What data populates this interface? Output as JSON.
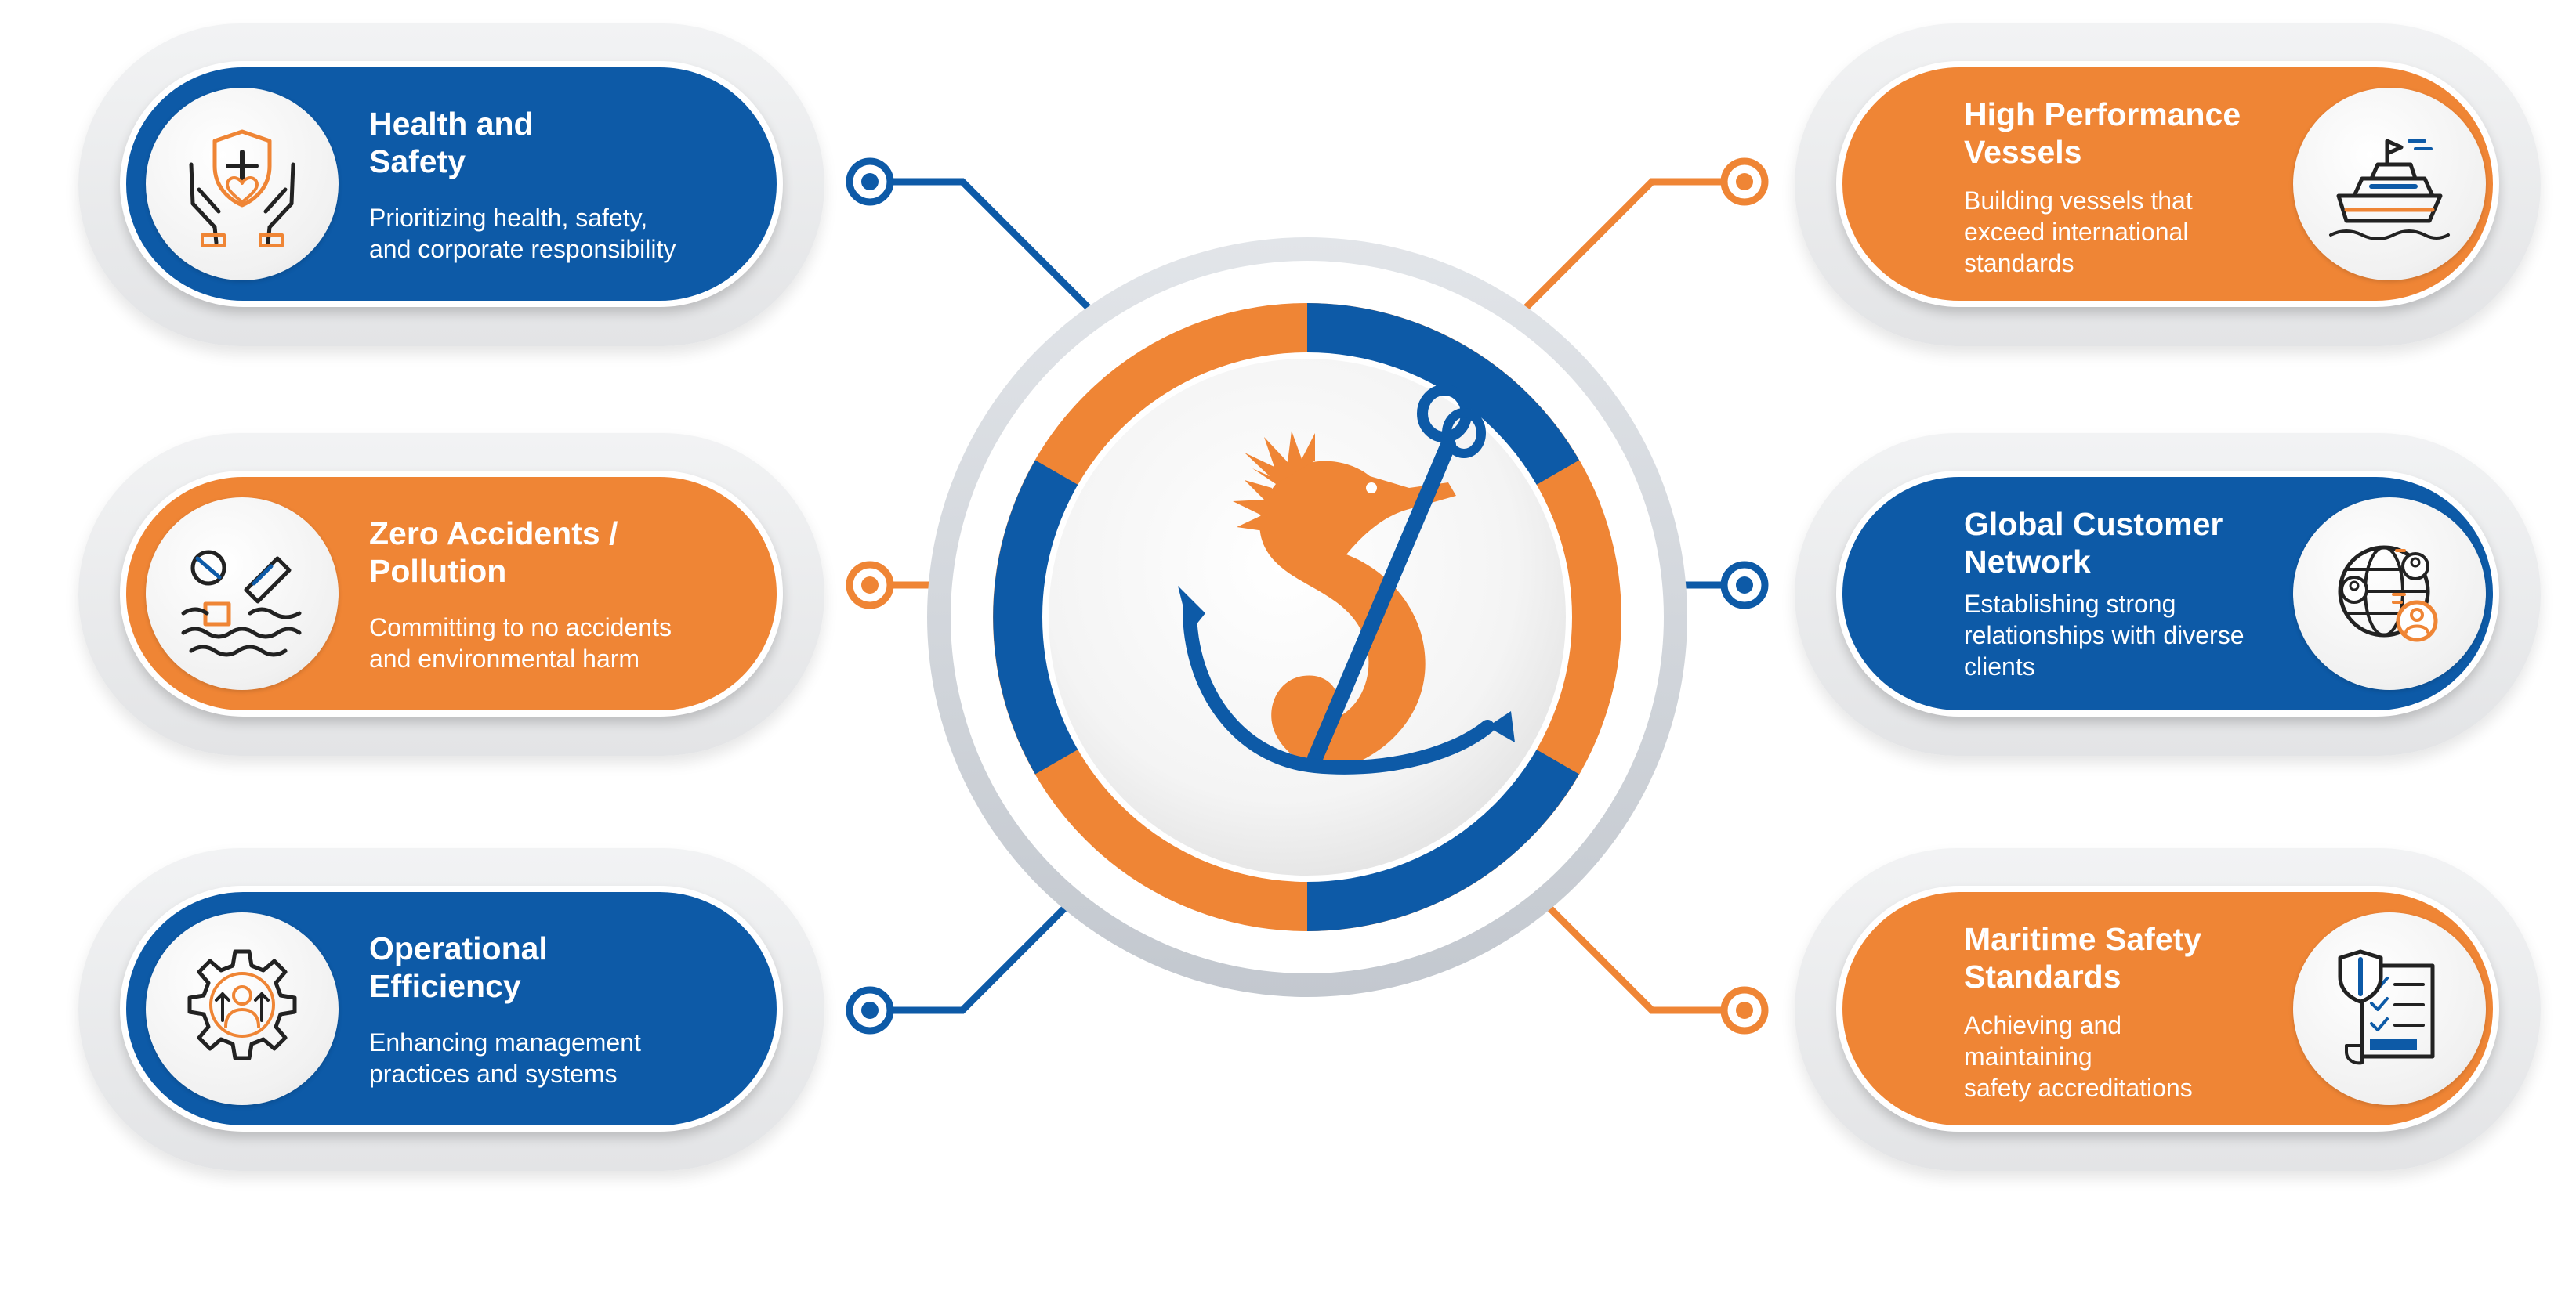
{
  "colors": {
    "blue": "#0d5aa7",
    "orange": "#ef8535",
    "grey_ring": "#c7cbd1",
    "white": "#ffffff"
  },
  "center": {
    "logo_icon": "seahorse-anchor-logo-icon"
  },
  "cards": [
    {
      "id": "health-safety",
      "side": "left",
      "color": "blue",
      "title_lines": [
        "Health and",
        "Safety"
      ],
      "desc_lines": [
        "Prioritizing health, safety,",
        "and corporate responsibility"
      ],
      "icon": "hands-shield-heart-icon"
    },
    {
      "id": "zero-accidents",
      "side": "left",
      "color": "orange",
      "title_lines": [
        "Zero Accidents /",
        "Pollution"
      ],
      "desc_lines": [
        "Committing to no accidents",
        "and environmental harm"
      ],
      "icon": "ocean-pollution-icon"
    },
    {
      "id": "operational-efficiency",
      "side": "left",
      "color": "blue",
      "title_lines": [
        "Operational",
        "Efficiency"
      ],
      "desc_lines": [
        "Enhancing management",
        "practices and systems"
      ],
      "icon": "gear-person-arrows-icon"
    },
    {
      "id": "high-performance-vessels",
      "side": "right",
      "color": "orange",
      "title_lines": [
        "High Performance",
        "Vessels"
      ],
      "desc_lines": [
        "Building vessels that",
        "exceed international",
        "standards"
      ],
      "icon": "ship-icon"
    },
    {
      "id": "global-customer-network",
      "side": "right",
      "color": "blue",
      "title_lines": [
        "Global Customer",
        "Network"
      ],
      "desc_lines": [
        "Establishing strong",
        "relationships with diverse",
        "clients"
      ],
      "icon": "globe-customers-icon"
    },
    {
      "id": "maritime-safety-standards",
      "side": "right",
      "color": "orange",
      "title_lines": [
        "Maritime Safety",
        "Standards"
      ],
      "desc_lines": [
        "Achieving and",
        "maintaining",
        "safety accreditations"
      ],
      "icon": "shield-checklist-icon"
    }
  ]
}
